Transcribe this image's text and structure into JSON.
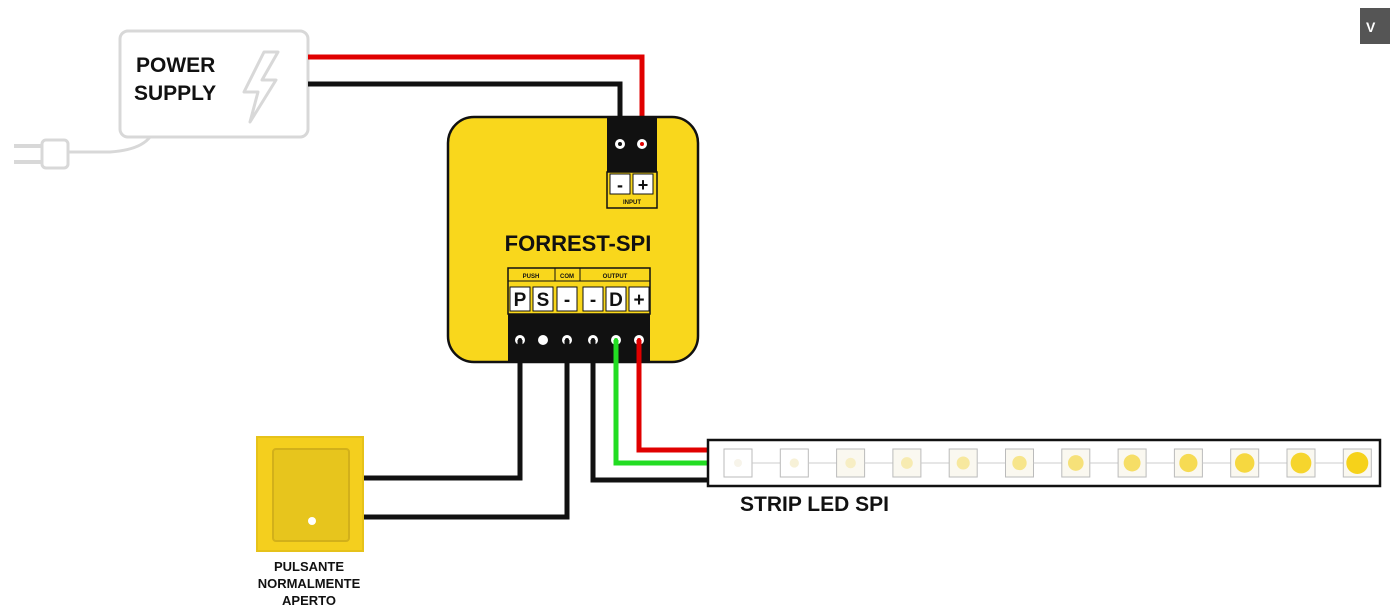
{
  "power_supply": {
    "line1": "POWER",
    "line2": "SUPPLY"
  },
  "controller": {
    "name": "FORREST-SPI",
    "input_group": "INPUT",
    "input_terminals": [
      "-",
      "+"
    ],
    "groups": [
      "PUSH",
      "COM",
      "OUTPUT"
    ],
    "output_terminals": [
      "P",
      "S",
      "-",
      "-",
      "D",
      "+"
    ]
  },
  "strip": {
    "label": "STRIP LED SPI",
    "led_count": 12
  },
  "button": {
    "line1": "PULSANTE",
    "line2": "NORMALMENTE",
    "line3": "APERTO"
  },
  "colors": {
    "controller_body": "#f9d71c",
    "wire_positive": "#e00000",
    "wire_negative": "#111111",
    "wire_data": "#22dd22",
    "outline_grey": "#d8d8d8",
    "button_yellow": "#f4cf1e",
    "led_lit": "#f6d21a",
    "led_dim": "#f7f4ea"
  },
  "icons": {
    "power_supply": "lightning-bolt-icon",
    "plug": "power-plug-icon",
    "corner_logo": "logo-icon"
  }
}
